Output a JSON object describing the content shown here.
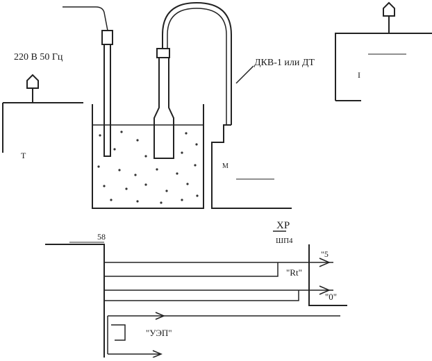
{
  "labels": {
    "power": "220 В 50 Гц",
    "sensor": "ДКВ-1 или ДТ",
    "connector": "ХР",
    "connector_sub": "ШП4",
    "pin_top": "58",
    "signal_5": "\"5",
    "signal_rt": "\"Rt\"",
    "signal_0": "\"0\"",
    "signal_uep": "\"УЭП\"",
    "thermostat_fragment": "Т",
    "box_fragment": "М",
    "right_fragment": "І"
  }
}
